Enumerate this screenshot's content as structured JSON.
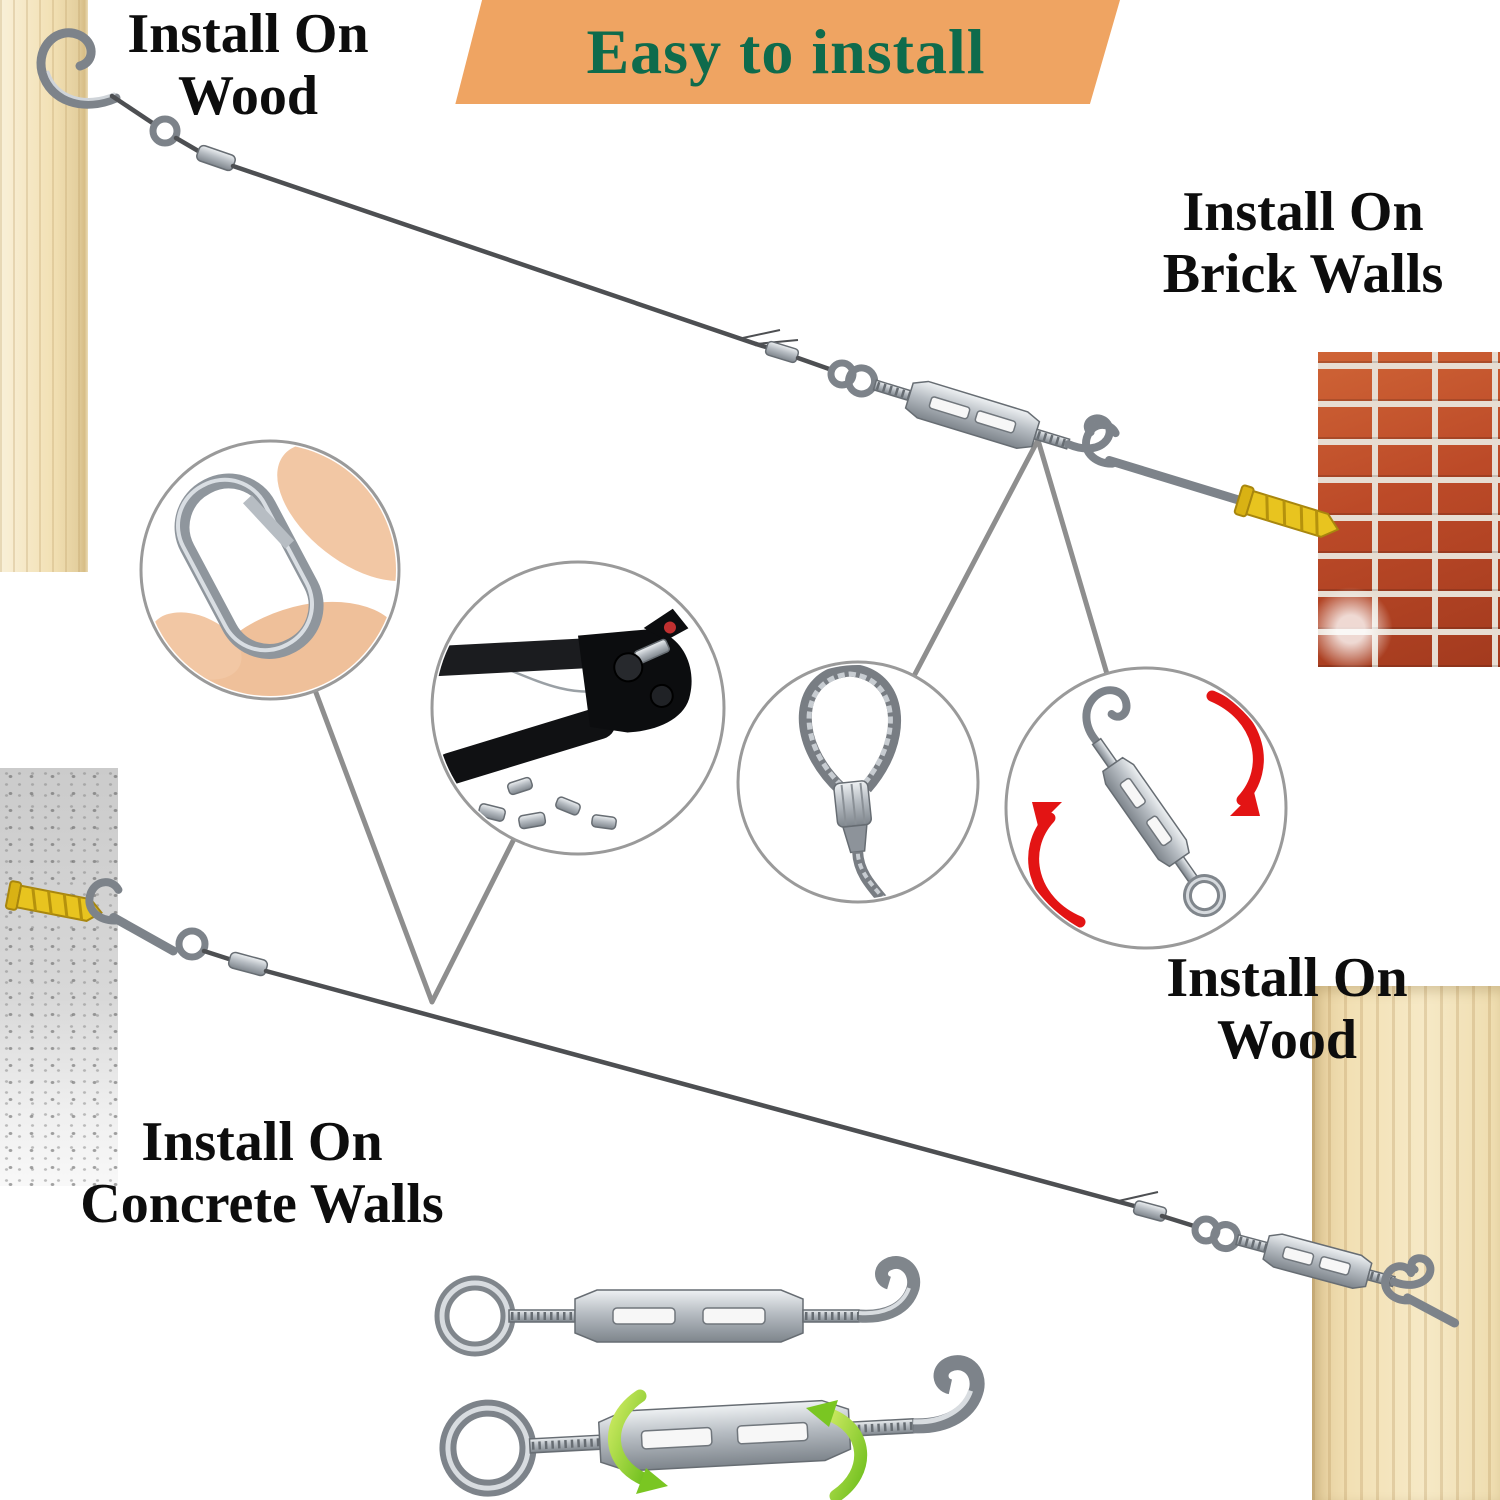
{
  "banner": {
    "text": "Easy to install"
  },
  "labels": {
    "wood_top": {
      "line1": "Install On",
      "line2": "Wood"
    },
    "brick": {
      "line1": "Install On",
      "line2": "Brick Walls"
    },
    "wood_right": {
      "line1": "Install On",
      "line2": "Wood"
    },
    "concrete": {
      "line1": "Install On",
      "line2": "Concrete Walls"
    }
  },
  "callouts": {
    "carabiner": {
      "icon": "carabiner-snap-hook-held-in-hand"
    },
    "crimper": {
      "icon": "swaging-crimper-tool-with-ferrule-sleeves"
    },
    "loop": {
      "icon": "crimped-wire-rope-loop-end"
    },
    "turnbuckle": {
      "icon": "hook-and-eye-turnbuckle-rotation"
    }
  },
  "surfaces": {
    "wood_post_top_left": "wood post",
    "wood_post_bottom_right": "wood post",
    "brick_wall": "brick wall with expansion anchor",
    "concrete_wall": "concrete wall with expansion anchor"
  },
  "colors": {
    "banner-bg": "#efa462",
    "banner-text": "#0e6b4c",
    "label-text": "#0d0d0d",
    "wood": "#f2e0b4",
    "brick": "#bc4a28",
    "mortar": "#e7ddd2",
    "concrete": "#d8d8d8",
    "wire": "#4d4f52",
    "anchor-yellow": "#e8c41f",
    "arrow-red": "#e31414",
    "arrow-green": "#7ac622",
    "connector-gray": "#8e8e8e"
  }
}
